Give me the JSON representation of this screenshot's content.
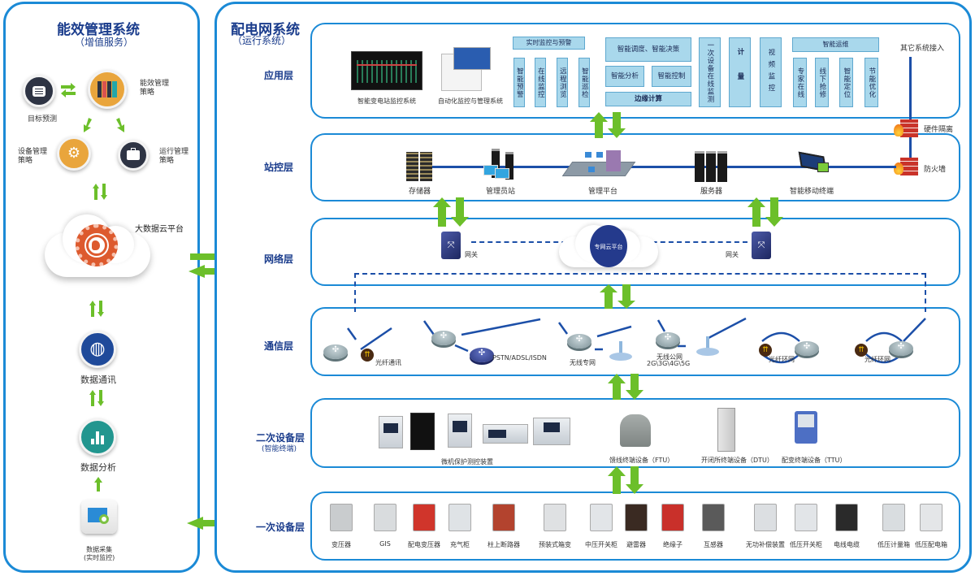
{
  "left_panel": {
    "title": "能效管理系统",
    "subtitle": "（增值服务）",
    "nodes": {
      "target_forecast": "目标预测",
      "efficiency_strategy": "能效管理\n策略",
      "equipment_strategy": "设备管理\n策略",
      "operation_strategy": "运行管理\n策略",
      "big_data_cloud": "大数据云平台",
      "data_comm": "数据通讯",
      "data_analysis": "数据分析",
      "data_collection": "数据采集\n(实时监控)"
    }
  },
  "right_panel": {
    "title": "配电网系统",
    "subtitle": "（运行系统）",
    "layers": {
      "application": {
        "label": "应用层",
        "screens": [
          "智能变电站监控系统",
          "自动化监控与管理系统"
        ],
        "group_realtime": {
          "header": "实时监控与预警",
          "items": [
            "智能预警",
            "在线监控",
            "远程浏览",
            "智能巡检"
          ]
        },
        "group_smart": {
          "header": "智能调度、智能决策",
          "items": [
            "智能分析",
            "智能控制"
          ],
          "footer": "边缘计算"
        },
        "primary_online": "一次设备在线监测",
        "metering": "计量",
        "video": "视频监控",
        "group_ops": {
          "header": "智能运维",
          "items": [
            "专家在线",
            "线下抢修",
            "智能定位",
            "节能优化"
          ]
        },
        "other_access": "其它系统接入",
        "hw_isolation": "硬件隔离"
      },
      "station": {
        "label": "站控层",
        "devices": [
          "存储器",
          "管理员站",
          "管理平台",
          "服务器",
          "智能移动终端"
        ],
        "firewall": "防火墙"
      },
      "network": {
        "label": "网络层",
        "gateway": "网关",
        "cloud": "专网云平台"
      },
      "communication": {
        "label": "通信层",
        "fiber_comm": "光纤通讯",
        "pstn": "PSTN/ADSL/ISDN",
        "wireless_private": "无线专网",
        "wireless_public": "无线公网",
        "wireless_public_gen": "2G\\3G\\4G\\5G",
        "fiber_ring": "光纤环网"
      },
      "secondary": {
        "label": "二次设备层",
        "sublabel": "(智能终端)",
        "protection": "微机保护测控装置",
        "ftu": "馈线终端设备（FTU）",
        "dtu": "开闭所终端设备（DTU）",
        "ttu": "配变终端设备（TTU）"
      },
      "primary": {
        "label": "一次设备层",
        "devices": [
          "变压器",
          "GIS",
          "配电变压器",
          "充气柜",
          "柱上断路器",
          "预装式箱变",
          "中压开关柜",
          "避雷器",
          "绝缘子",
          "互感器",
          "无功补偿装置",
          "低压开关柜",
          "电线电缆",
          "低压计量箱",
          "低压配电箱"
        ]
      }
    }
  },
  "colors": {
    "border_blue": "#1b8ad6",
    "title_navy": "#1a3c8c",
    "link_blue": "#1c4fa8",
    "app_box": "#a9d8ec",
    "arrow_green": "#6cbf2a",
    "orange": "#e9a53c",
    "dark_slate": "#2e3444"
  }
}
